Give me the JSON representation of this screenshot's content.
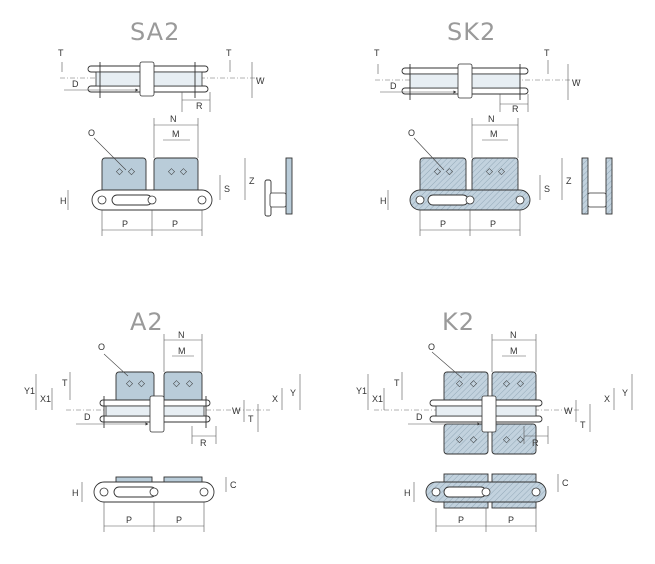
{
  "diagrams": [
    {
      "title": "SA2",
      "top_view": {
        "T_left": "T",
        "T_right": "T",
        "D": "D",
        "W": "W",
        "R": "R"
      },
      "front_view": {
        "O": "O",
        "N": "N",
        "M": "M",
        "S": "S",
        "Z": "Z",
        "H": "H",
        "P1": "P",
        "P2": "P"
      }
    },
    {
      "title": "SK2",
      "top_view": {
        "T_left": "T",
        "T_right": "T",
        "D": "D",
        "W": "W",
        "R": "R"
      },
      "front_view": {
        "O": "O",
        "N": "N",
        "M": "M",
        "S": "S",
        "Z": "Z",
        "H": "H",
        "P1": "P",
        "P2": "P"
      }
    },
    {
      "title": "A2",
      "top_view": {
        "O": "O",
        "N": "N",
        "M": "M",
        "Y1": "Y1",
        "X1": "X1",
        "T_left": "T",
        "D": "D",
        "W": "W",
        "T_right": "T",
        "X": "X",
        "Y": "Y",
        "R": "R"
      },
      "front_view": {
        "H": "H",
        "C": "C",
        "P1": "P",
        "P2": "P"
      }
    },
    {
      "title": "K2",
      "top_view": {
        "O": "O",
        "N": "N",
        "M": "M",
        "Y1": "Y1",
        "X1": "X1",
        "T_left": "T",
        "D": "D",
        "W": "W",
        "T_right": "T",
        "X": "X",
        "Y": "Y",
        "R": "R"
      },
      "front_view": {
        "H": "H",
        "C": "C",
        "P1": "P",
        "P2": "P"
      }
    }
  ],
  "colors": {
    "attachment_fill": "#b9ccd9",
    "title": "#9a9a9a",
    "line": "#333333"
  }
}
